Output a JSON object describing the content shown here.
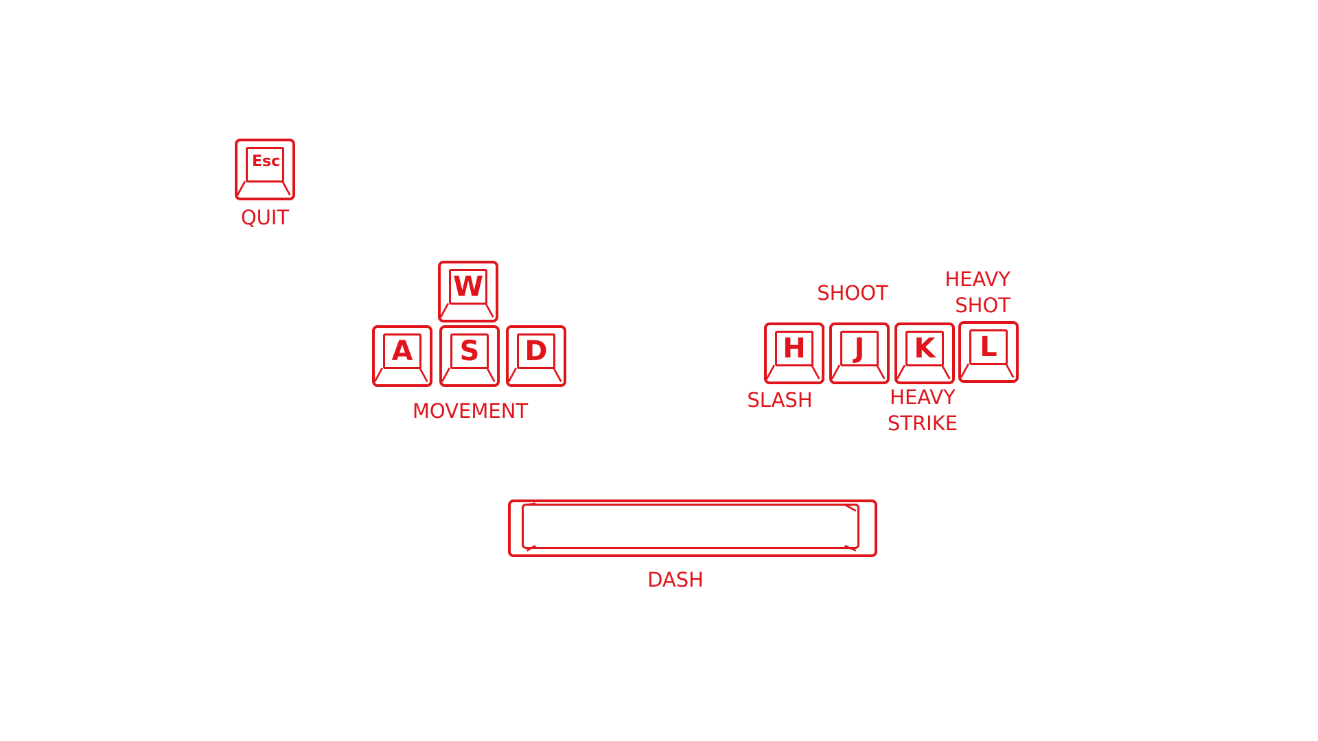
{
  "colors": {
    "accent": "#e0141b",
    "background": "#ffffff"
  },
  "keys": {
    "esc": "Esc",
    "w": "W",
    "a": "A",
    "s": "S",
    "d": "D",
    "h": "H",
    "j": "J",
    "k": "K",
    "l": "L"
  },
  "labels": {
    "quit": "QUIT",
    "movement": "MOVEMENT",
    "slash": "SLASH",
    "shoot": "SHOOT",
    "heavy_strike_1": "HEAVY",
    "heavy_strike_2": "STRIKE",
    "heavy_shot_1": "HEAVY",
    "heavy_shot_2": "SHOT",
    "dash": "DASH"
  }
}
